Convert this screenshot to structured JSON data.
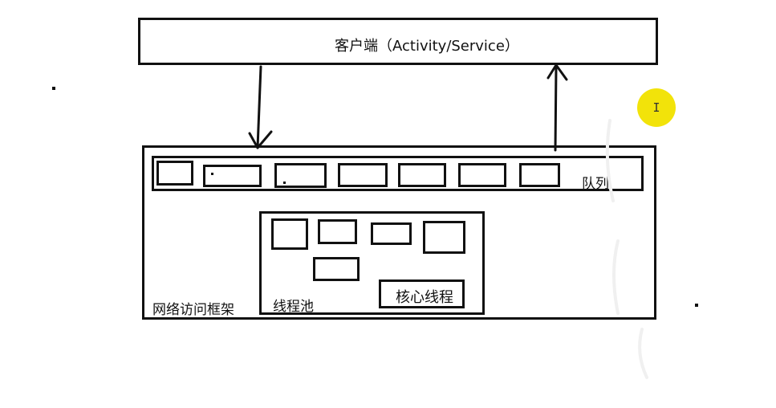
{
  "client": {
    "label": "客户端（Activity/Service）"
  },
  "framework": {
    "label": "网络访问框架"
  },
  "queue": {
    "label": "队列",
    "slot_count": 7
  },
  "thread_pool": {
    "label": "线程池",
    "worker_count": 5
  },
  "core_thread": {
    "label": "核心线程"
  },
  "cursor": {
    "glyph": "I"
  },
  "colors": {
    "stroke": "#111111",
    "cursor_highlight": "#f2e30a",
    "background": "#ffffff"
  }
}
